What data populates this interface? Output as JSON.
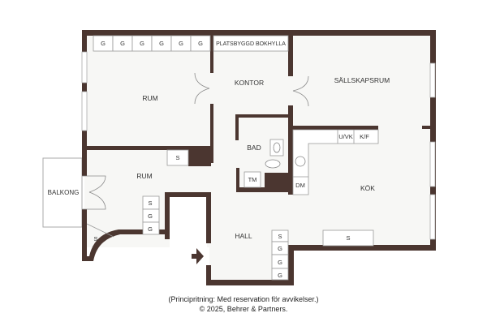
{
  "rooms": {
    "rum1": "RUM",
    "kontor": "KONTOR",
    "sallskapsrum": "SÄLLSKAPSRUM",
    "bad": "BAD",
    "rum2": "RUM",
    "balkong": "BALKONG",
    "kok": "KÖK",
    "hall": "HALL"
  },
  "fixtures": {
    "top_wardrobes": [
      "G",
      "G",
      "G",
      "G",
      "G",
      "G"
    ],
    "bookshelf": "PLATSBYGGD BOKHYLLA",
    "rum2_closet": "S",
    "rum2_side_storage": [
      "S",
      "G",
      "G"
    ],
    "corner_closet": "S",
    "tm": "TM",
    "dm": "DM",
    "uvk": "U/VK",
    "kf": "K/F",
    "hall_storage": [
      "S",
      "G",
      "G",
      "G"
    ],
    "kitchen_cabinet": "S"
  },
  "caption": {
    "line1": "(Principritning: Med reservation för avvikelser.)",
    "line2": "© 2025, Behrer & Partners."
  },
  "colors": {
    "wall": "#4b3630",
    "floor": "#f7f7f5"
  }
}
